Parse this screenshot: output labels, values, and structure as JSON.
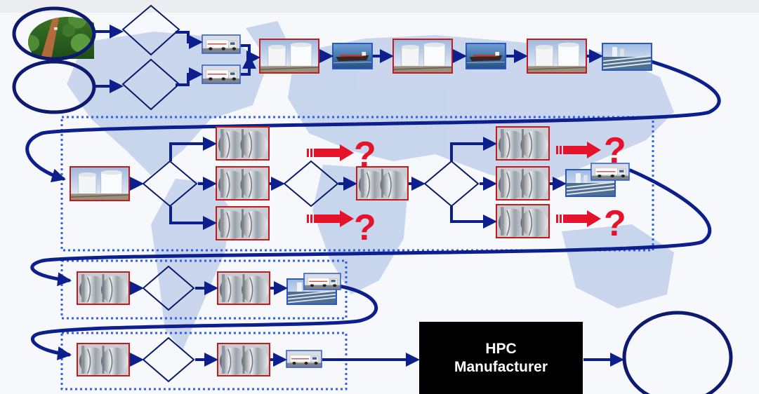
{
  "colors": {
    "flow_arrow": "#0d1f8c",
    "dotted_frame": "#2f5ff0",
    "question": "#e4132b",
    "tank_frame": "#c51a1a",
    "ship_frame": "#2b58c9",
    "diamond_frame": "#0a1a66",
    "manufacturer_box": "#000000",
    "map_land": "#b9cbe9"
  },
  "icons": {
    "plantation": "palm-plantation-photo",
    "mill": "crushing-mill-diamond",
    "truck": "tanker-truck-photo",
    "storage": "storage-tank-photo",
    "ship": "tanker-ship-photo",
    "refinery": "refinery-diamond",
    "reactor": "steel-reactor-photo",
    "unknown": "question-mark",
    "consumer": "supermarket-shopper-photo"
  },
  "manufacturer": {
    "line1": "HPC",
    "line2": "Manufacturer"
  }
}
